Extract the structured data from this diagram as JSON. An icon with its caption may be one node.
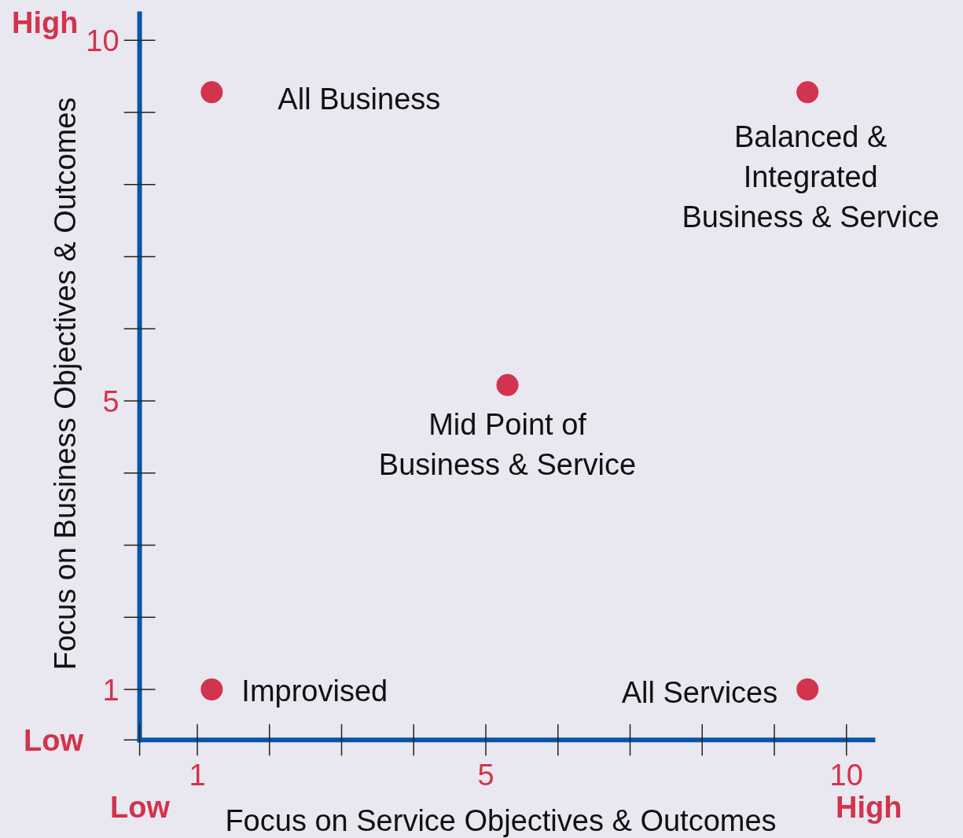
{
  "diagram": {
    "labels": [
      "High",
      "Low",
      "Low",
      "High"
    ],
    "chart_data": {
      "type": "scatter",
      "xlabel": "Focus on Service Objectives & Outcomes",
      "ylabel": "Focus on Business Objectives & Outcomes",
      "x": [
        1.2,
        9.46,
        5.3,
        1.2,
        9.46
      ],
      "series": [
        {
          "color": "#d2334d",
          "values": [
            9.28,
            9.28,
            5.22,
            1,
            1
          ]
        }
      ],
      "xlim": [
        0.2,
        10.4
      ],
      "ylim": [
        0.3,
        10.4
      ],
      "xticks": [
        1,
        5,
        10
      ],
      "yticks": [
        1,
        5,
        10
      ],
      "annotations": [
        {
          "text": "All Business",
          "x": 1.2,
          "y": 9.28
        },
        {
          "text": "Balanced & Integrated Business & Service",
          "x": 9.46,
          "y": 9.28
        },
        {
          "text": "Mid Point of Business & Service",
          "x": 5.3,
          "y": 5.22
        },
        {
          "text": "Improvised",
          "x": 1.2,
          "y": 1
        },
        {
          "text": "All Services",
          "x": 9.46,
          "y": 1
        }
      ]
    }
  }
}
